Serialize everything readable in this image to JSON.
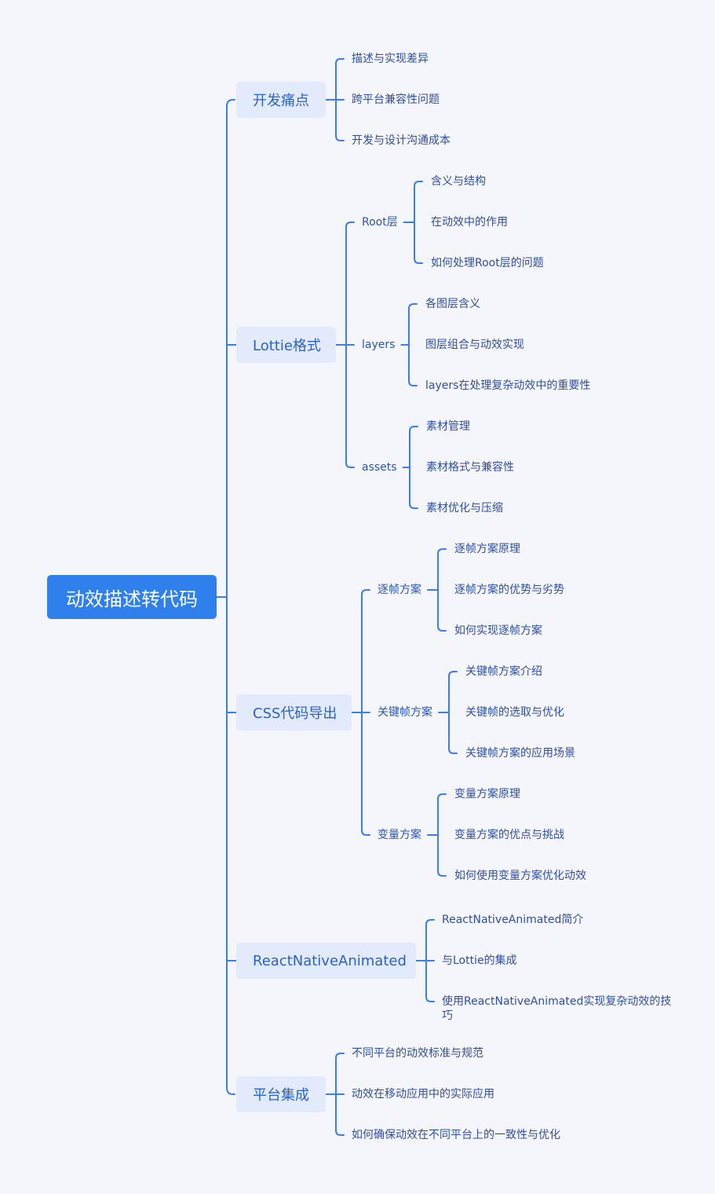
{
  "root": {
    "label": "动效描述转代码"
  },
  "colors": {
    "line": "#3b7ee8",
    "root_bg": "#2f80ed",
    "topic_bg": "#e2eafb",
    "background": "#f5f6fb"
  },
  "branches": [
    {
      "label": "开发痛点",
      "children": [
        {
          "label": "描述与实现差异"
        },
        {
          "label": "跨平台兼容性问题"
        },
        {
          "label": "开发与设计沟通成本"
        }
      ]
    },
    {
      "label": "Lottie格式",
      "children": [
        {
          "label": "Root层",
          "children": [
            {
              "label": "含义与结构"
            },
            {
              "label": "在动效中的作用"
            },
            {
              "label": "如何处理Root层的问题"
            }
          ]
        },
        {
          "label": "layers",
          "children": [
            {
              "label": "各图层含义"
            },
            {
              "label": "图层组合与动效实现"
            },
            {
              "label": "layers在处理复杂动效中的重要性"
            }
          ]
        },
        {
          "label": "assets",
          "children": [
            {
              "label": "素材管理"
            },
            {
              "label": "素材格式与兼容性"
            },
            {
              "label": "素材优化与压缩"
            }
          ]
        }
      ]
    },
    {
      "label": "CSS代码导出",
      "children": [
        {
          "label": "逐帧方案",
          "children": [
            {
              "label": "逐帧方案原理"
            },
            {
              "label": "逐帧方案的优势与劣势"
            },
            {
              "label": "如何实现逐帧方案"
            }
          ]
        },
        {
          "label": "关键帧方案",
          "children": [
            {
              "label": "关键帧方案介绍"
            },
            {
              "label": "关键帧的选取与优化"
            },
            {
              "label": "关键帧方案的应用场景"
            }
          ]
        },
        {
          "label": "变量方案",
          "children": [
            {
              "label": "变量方案原理"
            },
            {
              "label": "变量方案的优点与挑战"
            },
            {
              "label": "如何使用变量方案优化动效"
            }
          ]
        }
      ]
    },
    {
      "label": "ReactNativeAnimated",
      "children": [
        {
          "label": "ReactNativeAnimated简介"
        },
        {
          "label": "与Lottie的集成"
        },
        {
          "label": "使用ReactNativeAnimated实现复杂动效的技巧"
        }
      ]
    },
    {
      "label": "平台集成",
      "children": [
        {
          "label": "不同平台的动效标准与规范"
        },
        {
          "label": "动效在移动应用中的实际应用"
        },
        {
          "label": "如何确保动效在不同平台上的一致性与优化"
        }
      ]
    }
  ]
}
